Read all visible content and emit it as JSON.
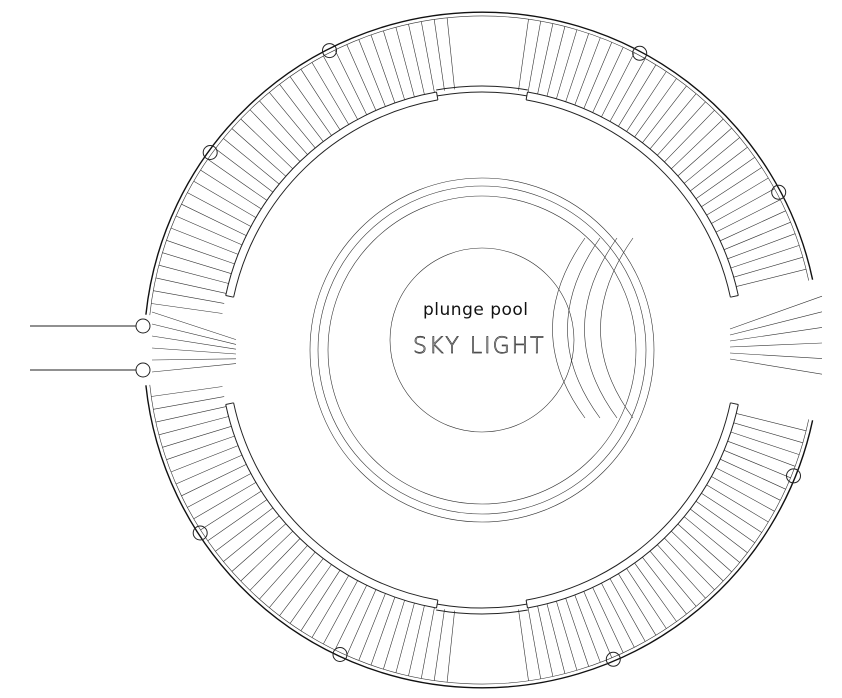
{
  "labels": {
    "pool": "plunge pool",
    "skylight": "SKY LIGHT"
  },
  "colors": {
    "background": "#ffffff",
    "line": "#222222"
  },
  "plan": {
    "column_count": 8,
    "stair_flights": 4,
    "entrances": 2
  }
}
